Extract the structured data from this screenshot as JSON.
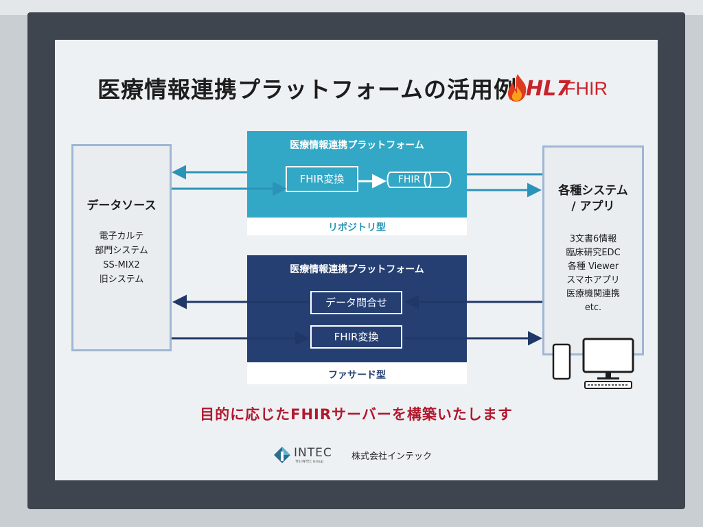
{
  "title": "医療情報連携プラットフォームの活用例",
  "logo": {
    "hl7": "HL7",
    "fhir": "FHIR"
  },
  "source": {
    "title": "データソース",
    "items": [
      "電子カルテ",
      "部門システム",
      "SS-MIX2",
      "旧システム"
    ]
  },
  "destination": {
    "title_line1": "各種システム",
    "title_line2": "/ アプリ",
    "items": [
      "3文書6情報",
      "臨床研究EDC",
      "各種 Viewer",
      "スマホアプリ",
      "医療機関連携",
      "etc."
    ]
  },
  "repository": {
    "header": "医療情報連携プラットフォーム",
    "convert_label": "FHIR変換",
    "db_label": "FHIR",
    "type_label": "リポジトリ型"
  },
  "facade": {
    "header": "医療情報連携プラットフォーム",
    "query_label": "データ問合せ",
    "convert_label": "FHIR変換",
    "type_label": "ファサード型"
  },
  "tagline": "目的に応じたFHIRサーバーを構築いたします",
  "footer": {
    "brand": "INTEC",
    "brand_sub": "TIS INTEC Group",
    "company": "株式会社インテック"
  },
  "colors": {
    "repository": "#32a8c6",
    "facade": "#253f72",
    "accent": "#c8222a",
    "tagline": "#b1182e",
    "border": "#9fb6d4"
  }
}
